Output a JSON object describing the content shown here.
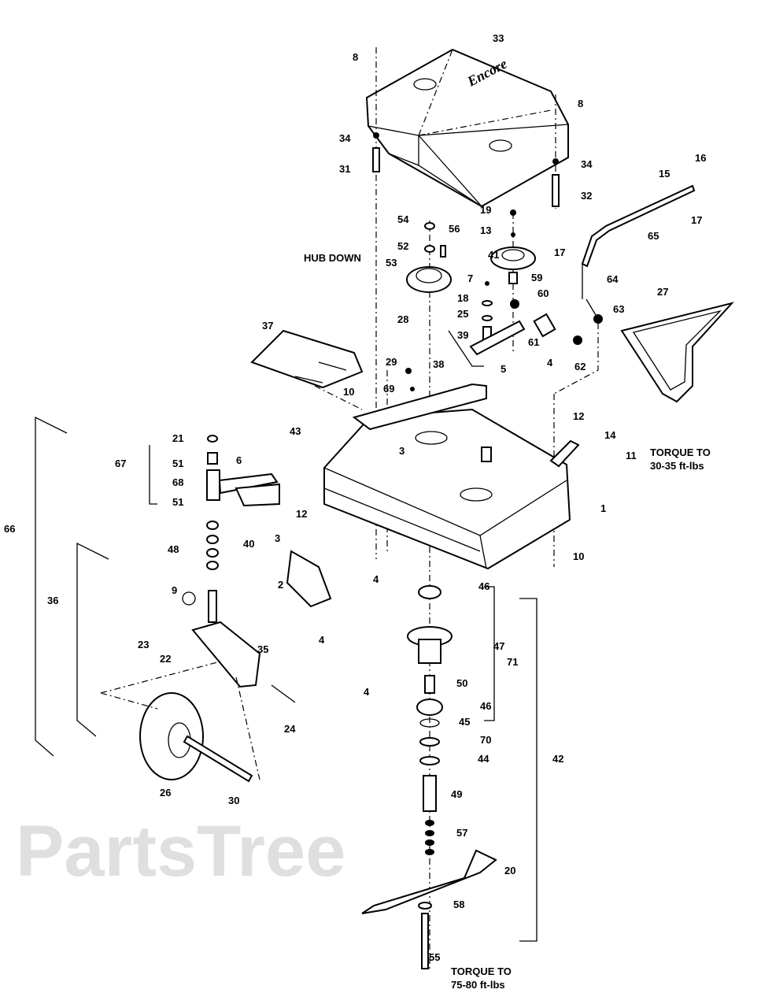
{
  "diagram": {
    "watermark": "PartsTree",
    "cover_logo": "Encore",
    "callouts": [
      "8",
      "33",
      "8",
      "34",
      "31",
      "34",
      "32",
      "54",
      "52",
      "56",
      "HUB DOWN",
      "53",
      "19",
      "13",
      "41",
      "17",
      "7",
      "59",
      "18",
      "60",
      "25",
      "28",
      "39",
      "61",
      "4",
      "62",
      "5",
      "38",
      "29",
      "69",
      "37",
      "10",
      "15",
      "16",
      "17",
      "65",
      "64",
      "63",
      "27",
      "12",
      "14",
      "11",
      "TORQUE TO",
      "30-35 ft-lbs",
      "43",
      "3",
      "21",
      "51",
      "67",
      "6",
      "68",
      "51",
      "12",
      "1",
      "40",
      "48",
      "66",
      "36",
      "3",
      "2",
      "4",
      "4",
      "10",
      "46",
      "47",
      "71",
      "9",
      "23",
      "22",
      "35",
      "4",
      "50",
      "46",
      "45",
      "70",
      "44",
      "42",
      "24",
      "26",
      "30",
      "49",
      "57",
      "20",
      "58",
      "55",
      "TORQUE TO",
      "75-80 ft-lbs"
    ]
  }
}
